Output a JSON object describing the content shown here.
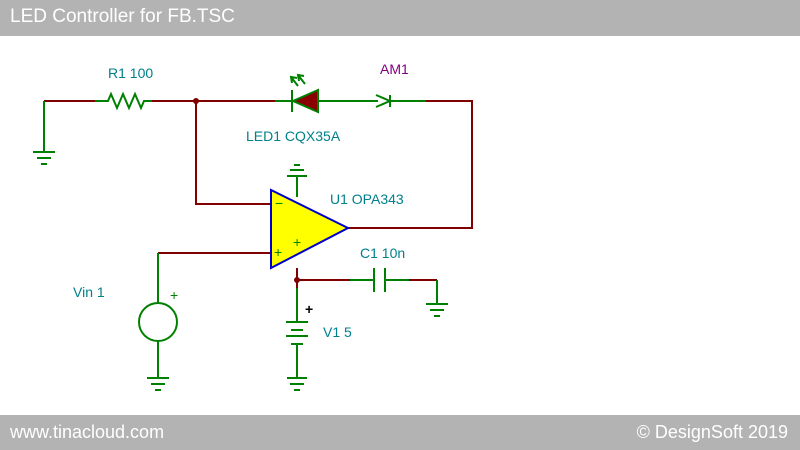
{
  "header": {
    "title": "LED Controller for FB.TSC"
  },
  "footer": {
    "website": "www.tinacloud.com",
    "copyright": "© DesignSoft 2019"
  },
  "components": {
    "r1": "R1 100",
    "led1": "LED1 CQX35A",
    "am1": "AM1",
    "u1": "U1 OPA343",
    "c1": "C1 10n",
    "vin": "Vin 1",
    "v1": "V1 5"
  },
  "pins": {
    "minus": "−",
    "plus": "+"
  },
  "colors": {
    "wire": "#800000",
    "component": "#008000",
    "label": "#00808b",
    "am_label": "#800080",
    "opamp_fill": "#ffff00",
    "opamp_stroke": "#0000cc",
    "led_fill": "#8b0000",
    "bar": "#b3b3b3"
  }
}
